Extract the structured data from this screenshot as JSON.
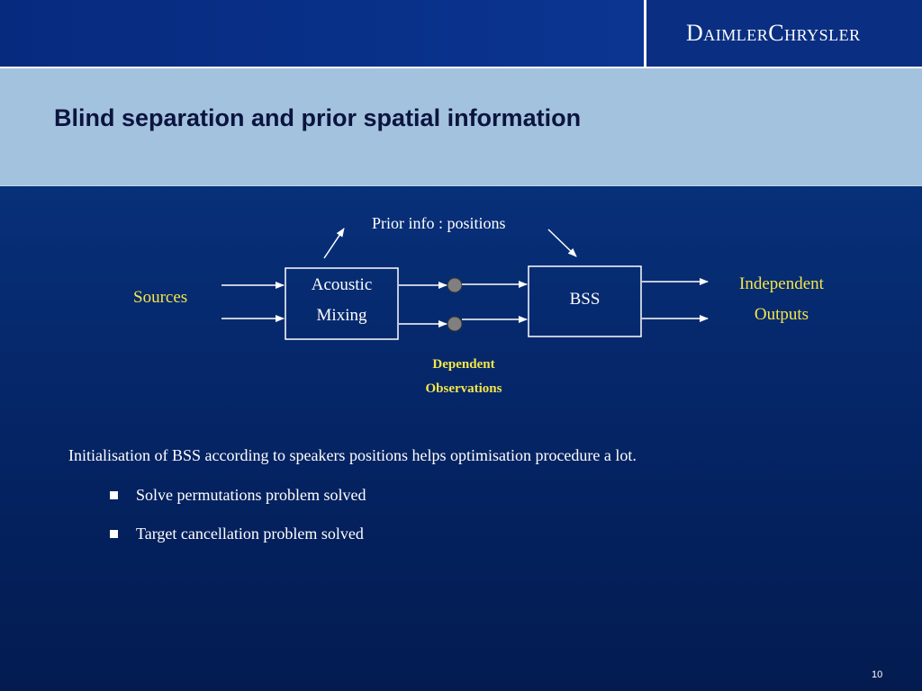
{
  "header": {
    "logo_text": "DaimlerChrysler"
  },
  "slide": {
    "title": "Blind separation and prior spatial information",
    "page_number": "10"
  },
  "diagram": {
    "prior_info": "Prior info : positions",
    "sources": "Sources",
    "acoustic_line1": "Acoustic",
    "acoustic_line2": "Mixing",
    "bss": "BSS",
    "outputs_line1": "Independent",
    "outputs_line2": "Outputs",
    "dependent_line1": "Dependent",
    "dependent_line2": "Observations"
  },
  "body": {
    "main": "Initialisation of BSS according to speakers positions helps optimisation procedure a lot.",
    "bullets": [
      "Solve permutations problem solved",
      "Target cancellation problem solved"
    ]
  },
  "colors": {
    "background": "#052566",
    "title_band": "#a3c2dd",
    "highlight": "#f4e64a",
    "node": "#808080"
  }
}
